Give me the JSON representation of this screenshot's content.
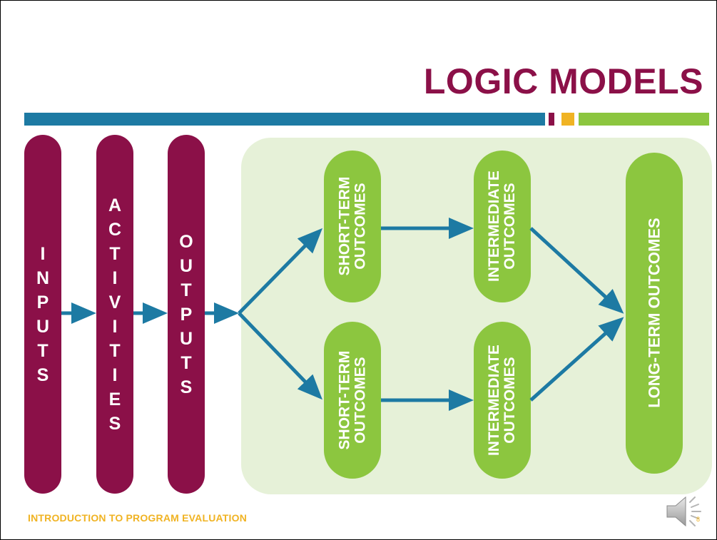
{
  "title": "LOGIC MODELS",
  "colors": {
    "maroon": "#8b1048",
    "blue": "#1d7aa3",
    "green": "#8cc63f",
    "yellow": "#f0b323",
    "light_green": "#e6f1d8"
  },
  "stages": [
    {
      "letters": [
        "I",
        "N",
        "P",
        "U",
        "T",
        "S"
      ]
    },
    {
      "letters": [
        "A",
        "C",
        "T",
        "I",
        "V",
        "I",
        "T",
        "I",
        "E",
        "S"
      ]
    },
    {
      "letters": [
        "O",
        "U",
        "T",
        "P",
        "U",
        "T",
        "S"
      ]
    }
  ],
  "outcomes": {
    "short_term_top": [
      "SHORT-TERM",
      "OUTCOMES"
    ],
    "intermediate_top": [
      "INTERMEDIATE",
      "OUTCOMES"
    ],
    "short_term_bottom": [
      "SHORT-TERM",
      "OUTCOMES"
    ],
    "intermediate_bottom": [
      "INTERMEDIATE",
      "OUTCOMES"
    ],
    "long_term": "LONG-TERM OUTCOMES"
  },
  "footer": "INTRODUCTION TO PROGRAM EVALUATION",
  "page_number": "8",
  "icons": {
    "audio": "speaker-icon"
  }
}
